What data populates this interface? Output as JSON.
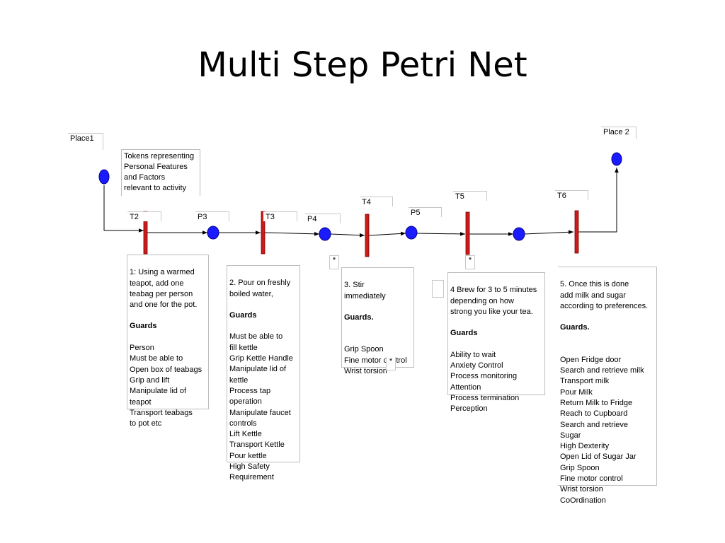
{
  "title": "Multi Step Petri Net",
  "colors": {
    "place": "#1b1bff",
    "place_stroke": "#00008b",
    "transition": "#cc1b1b",
    "arc": "#000000",
    "box_border": "#bdbdbd"
  },
  "labels": {
    "place1": "Place1",
    "place2": "Place 2",
    "t2": "T2",
    "t3": "T3",
    "t4": "T4",
    "t5": "T5",
    "t6": "T6",
    "p3": "P3",
    "p4": "P4",
    "p5": "P5"
  },
  "tokens_note": "Tokens representing\nPersonal Features\nand Factors\nrelevant to activity",
  "steps": {
    "s1": {
      "text": "1: Using a warmed\n teapot, add one\nteabag per person\n and one for the pot.",
      "guards_title": "Guards",
      "guards": "Person\nMust be able to\nOpen box of teabags\nGrip and lift\nManipulate lid of\nteapot\nTransport teabags\nto pot etc"
    },
    "s2": {
      "text": "2. Pour on freshly\n boiled  water,",
      "guards_title": "Guards",
      "guards": "Must be able to\nfill kettle\nGrip Kettle Handle\nManipulate lid of\nkettle\nProcess tap\noperation\nManipulate faucet\ncontrols\nLift Kettle\nTransport Kettle\nPour kettle\nHigh Safety\nRequirement"
    },
    "s3": {
      "text": "3. Stir\n immediately",
      "guards_title": "Guards.",
      "guards": "Grip Spoon\nFine motor control\nWrist torsion"
    },
    "s4": {
      "text": "4 Brew for 3 to 5 minutes\n depending on how\nstrong you like your tea.",
      "guards_title": "Guards",
      "guards": "Ability to wait\nAnxiety Control\nProcess monitoring\nAttention\nProcess termination\nPerception"
    },
    "s5": {
      "text": "5. Once this is done\nadd milk and sugar\naccording to preferences.",
      "guards_title": "Guards.",
      "guards": "Open Fridge door\nSearch and retrieve milk\nTransport milk\nPour Milk\nReturn Milk to Fridge\nReach to Cupboard\nSearch and retrieve\nSugar\nHigh Dexterity\nOpen Lid of Sugar Jar\nGrip Spoon\nFine motor control\nWrist torsion\nCoOrdination"
    }
  },
  "markers": {
    "star": "*"
  }
}
